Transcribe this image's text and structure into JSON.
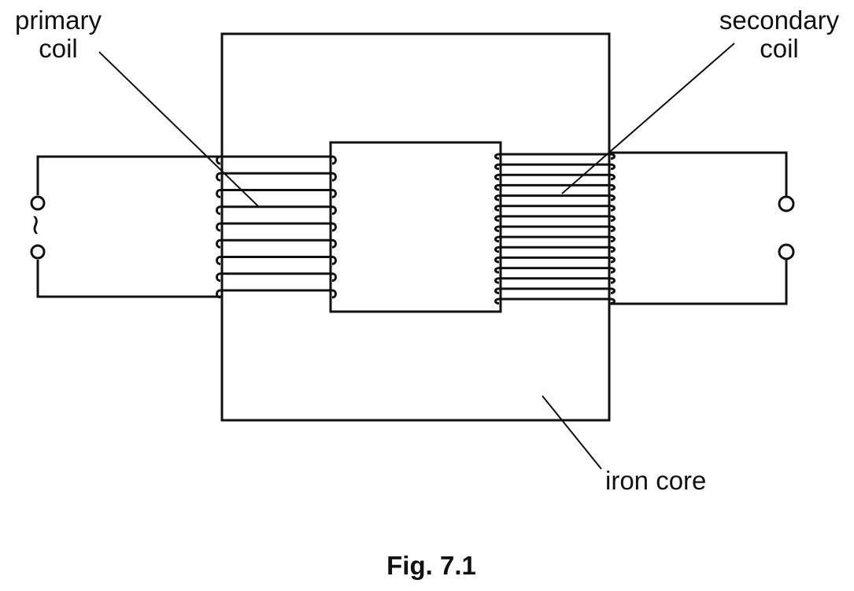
{
  "labels": {
    "primary_line1": "primary",
    "primary_line2": "coil",
    "secondary_line1": "secondary",
    "secondary_line2": "coil",
    "iron_core": "iron core"
  },
  "caption": "Fig. 7.1",
  "ac_symbol": "~",
  "colors": {
    "line": "#111111",
    "background": "#ffffff"
  },
  "primary_turns": 9,
  "secondary_turns": 15
}
